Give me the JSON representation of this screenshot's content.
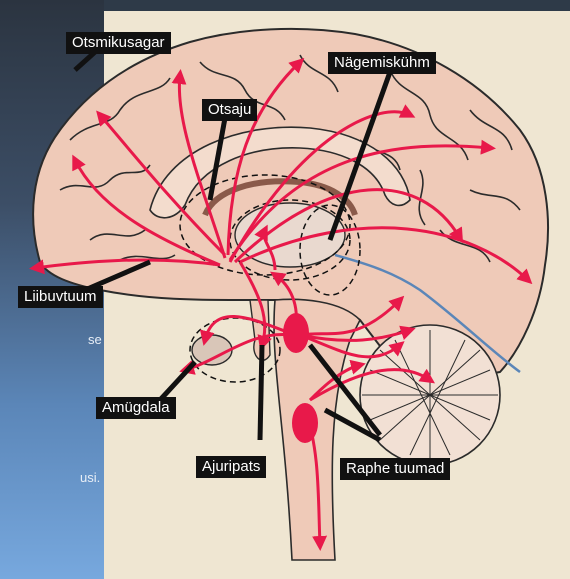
{
  "labels": {
    "otsmikusagar": "Otsmikusagar",
    "nagemiskuhm": "Nägemiskühm",
    "otsaju": "Otsaju",
    "liibuvtuum": "Liibuvtuum",
    "amugdala": "Amügdala",
    "ajuripats": "Ajuripats",
    "raphe": "Raphe tuumad"
  },
  "clipped_text": {
    "line1": "se",
    "line2": "usi."
  },
  "colors": {
    "brain": "#efcab8",
    "panel": "#efe6d2",
    "pathway": "#e8194a",
    "label_bg": "#111111",
    "ventricle_line": "#5b86b8"
  }
}
